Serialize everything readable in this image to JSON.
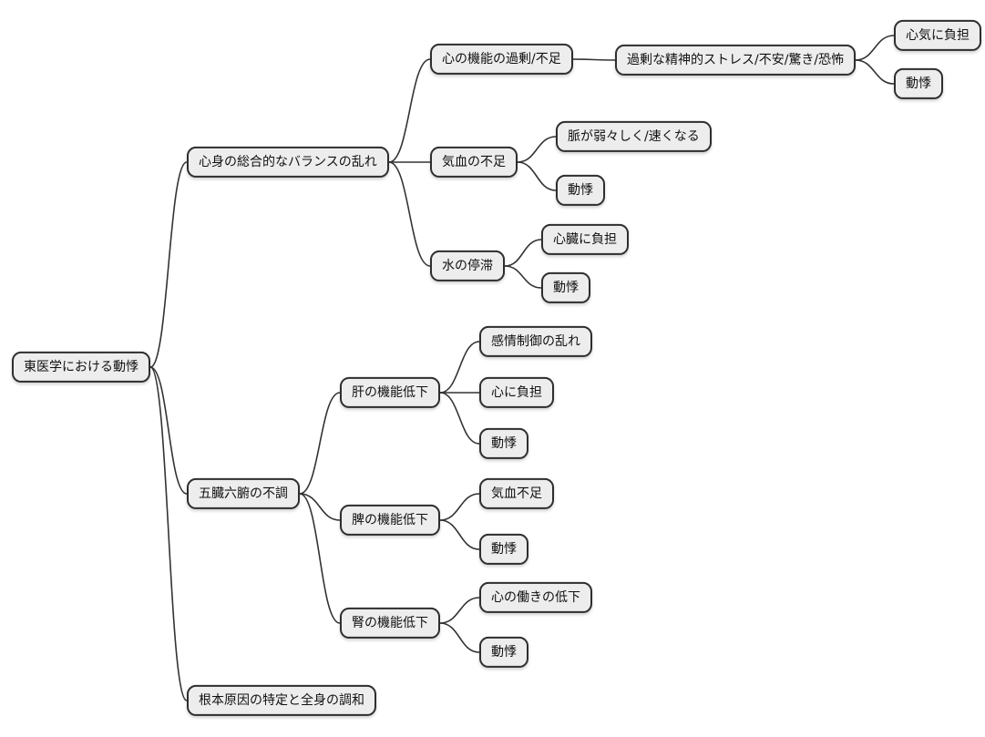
{
  "mindmap": {
    "root": {
      "label": "東医学における動悸",
      "children": [
        {
          "label": "心身の総合的なバランスの乱れ",
          "children": [
            {
              "label": "心の機能の過剰/不足",
              "children": [
                {
                  "label": "過剰な精神的ストレス/不安/驚き/恐怖",
                  "children": [
                    {
                      "label": "心気に負担"
                    },
                    {
                      "label": "動悸"
                    }
                  ]
                }
              ]
            },
            {
              "label": "気血の不足",
              "children": [
                {
                  "label": "脈が弱々しく/速くなる"
                },
                {
                  "label": "動悸"
                }
              ]
            },
            {
              "label": "水の停滞",
              "children": [
                {
                  "label": "心臓に負担"
                },
                {
                  "label": "動悸"
                }
              ]
            }
          ]
        },
        {
          "label": "五臓六腑の不調",
          "children": [
            {
              "label": "肝の機能低下",
              "children": [
                {
                  "label": "感情制御の乱れ"
                },
                {
                  "label": "心に負担"
                },
                {
                  "label": "動悸"
                }
              ]
            },
            {
              "label": "脾の機能低下",
              "children": [
                {
                  "label": "気血不足"
                },
                {
                  "label": "動悸"
                }
              ]
            },
            {
              "label": "腎の機能低下",
              "children": [
                {
                  "label": "心の働きの低下"
                },
                {
                  "label": "動悸"
                }
              ]
            }
          ]
        },
        {
          "label": "根本原因の特定と全身の調和"
        }
      ]
    }
  },
  "style": {
    "background": "#ffffff",
    "node_fill": "#ededed",
    "node_border": "#2e2e2e",
    "connector_color": "#333333",
    "text_color": "#111111"
  }
}
